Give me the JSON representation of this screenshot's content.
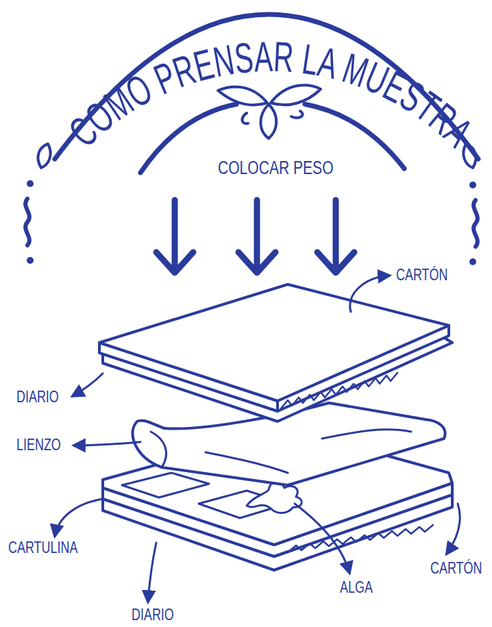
{
  "diagram": {
    "title": "COMO PRENSAR LA MUESTRA",
    "labels": [
      "COLOCAR PESO",
      "CARTÓN",
      "DIARIO",
      "LIENZO",
      "CARTULINA",
      "CARTÓN",
      "ALGA",
      "DIARIO"
    ]
  }
}
